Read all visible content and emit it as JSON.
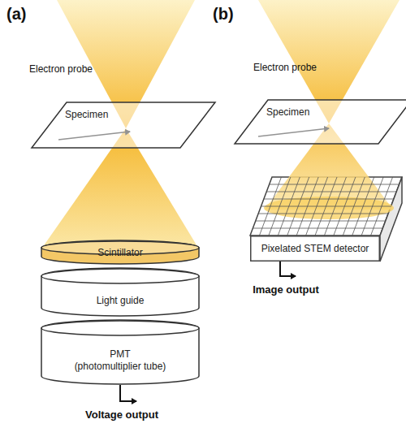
{
  "diagram": {
    "nodes": [
      {
        "text": [
          "Specimen"
        ]
      },
      {
        "text": [
          "Scintillator"
        ]
      },
      {
        "text": [
          "Light guide"
        ]
      },
      {
        "text": [
          "PMT",
          "(photomultiplier tube)"
        ]
      },
      {
        "text": [
          "Specimen"
        ]
      },
      {
        "text": [
          "Pixelated STEM detector"
        ]
      }
    ],
    "labels": [
      "(a)",
      "Electron probe",
      "Voltage output",
      "(b)",
      "Electron probe",
      "Image output"
    ]
  }
}
